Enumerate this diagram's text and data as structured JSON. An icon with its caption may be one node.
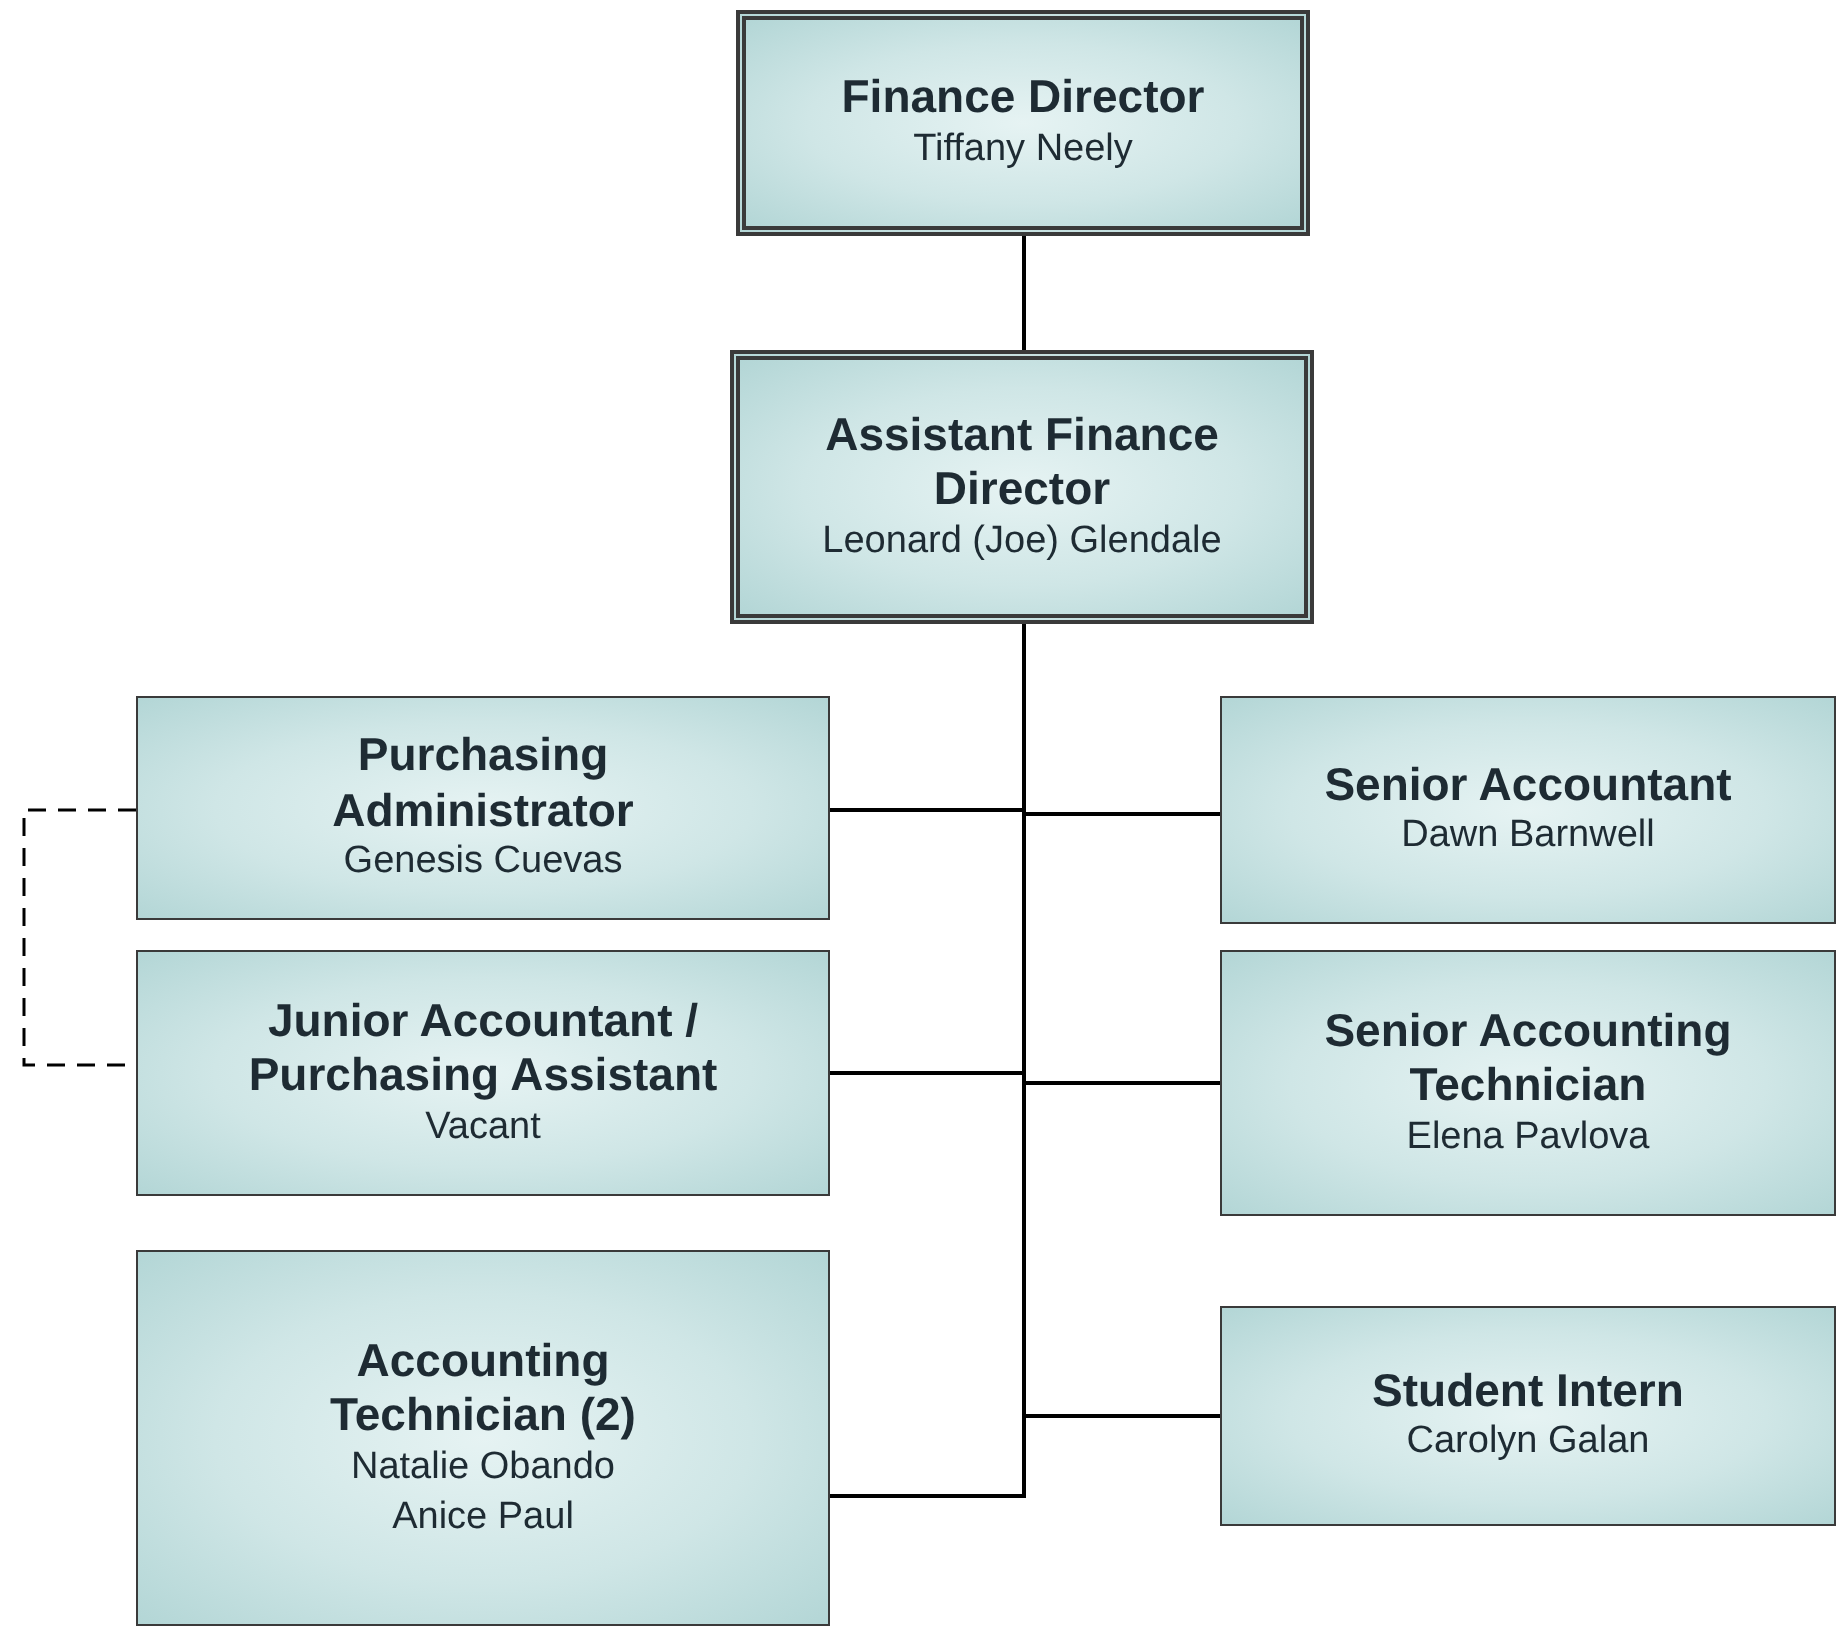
{
  "diagram": {
    "nodes": [
      {
        "text": [
          "Finance Director",
          "Tiffany Neely"
        ]
      },
      {
        "text": [
          "Assistant Finance Director",
          "Leonard (Joe) Glendale"
        ]
      },
      {
        "text": [
          "Purchasing Administrator",
          "Genesis Cuevas"
        ]
      },
      {
        "text": [
          "Senior Accountant",
          "Dawn Barnwell"
        ]
      },
      {
        "text": [
          "Junior Accountant / Purchasing Assistant",
          "Vacant"
        ]
      },
      {
        "text": [
          "Senior Accounting Technician",
          "Elena Pavlova"
        ]
      },
      {
        "text": [
          "Accounting Technician (2)",
          "Natalie Obando",
          "Anice Paul"
        ]
      },
      {
        "text": [
          "Student Intern",
          "Carolyn Galan"
        ]
      }
    ],
    "edges": [
      {
        "from": 0,
        "to": 1,
        "arrow": "none"
      },
      {
        "from": 1,
        "to": 2,
        "arrow": "none"
      },
      {
        "from": 1,
        "to": 3,
        "arrow": "none"
      },
      {
        "from": 1,
        "to": 4,
        "arrow": "none"
      },
      {
        "from": 1,
        "to": 5,
        "arrow": "none"
      },
      {
        "from": 1,
        "to": 6,
        "arrow": "none"
      },
      {
        "from": 1,
        "to": 7,
        "arrow": "none"
      },
      {
        "from": 2,
        "to": 4,
        "arrow": "none",
        "style": "dashed"
      }
    ]
  }
}
